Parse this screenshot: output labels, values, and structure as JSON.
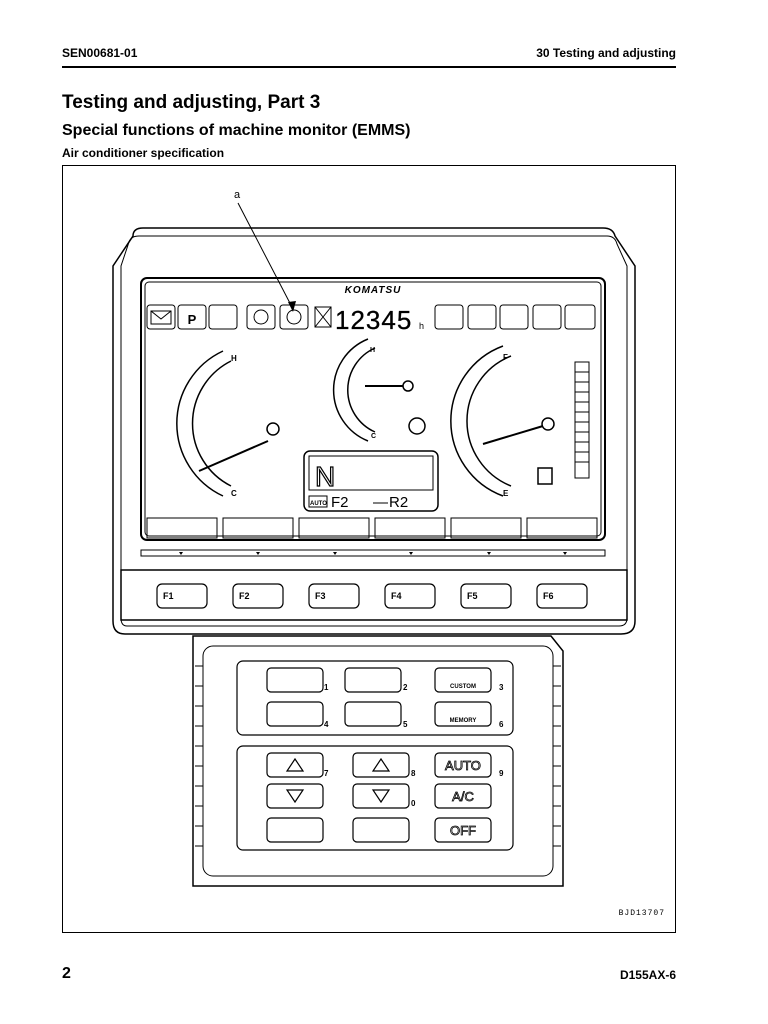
{
  "header": {
    "doc_code": "SEN00681-01",
    "section": "30 Testing and adjusting"
  },
  "title": "Testing and adjusting, Part 3",
  "subtitle": "Special functions of machine monitor (EMMS)",
  "figure_caption": "Air conditioner specification",
  "figure": {
    "callout": "a",
    "brand": "KOMATSU",
    "hour_meter": "12345",
    "hour_unit": "h",
    "gauge_labels": {
      "coolant_hot": "H",
      "coolant_cold": "C",
      "oil_hot": "H",
      "oil_cold": "C",
      "fuel_full": "F",
      "fuel_empty": "E"
    },
    "gear_display": {
      "gear": "N",
      "mode": "AUTO",
      "forward": "F2",
      "reverse": "R2"
    },
    "function_keys": [
      "F1",
      "F2",
      "F3",
      "F4",
      "F5",
      "F6"
    ],
    "switch_numbers": [
      "1",
      "2",
      "3",
      "4",
      "5",
      "6",
      "7",
      "8",
      "9",
      "0"
    ],
    "switch_labels": {
      "custom": "CUSTOM",
      "memory": "MEMORY",
      "auto": "AUTO",
      "ac": "A/C",
      "off": "OFF"
    },
    "figure_id": "BJD13707"
  },
  "footer": {
    "page": "2",
    "model": "D155AX-6"
  }
}
